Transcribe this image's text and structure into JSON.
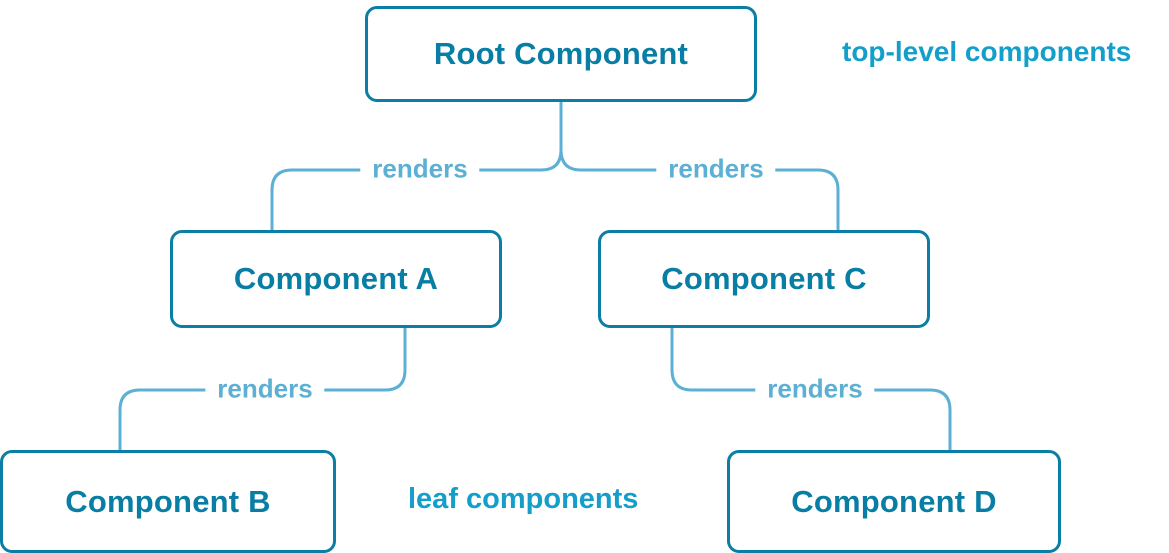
{
  "diagram": {
    "title": "component-render-tree",
    "nodes": {
      "root": {
        "label": "Root Component"
      },
      "a": {
        "label": "Component A"
      },
      "b": {
        "label": "Component B"
      },
      "c": {
        "label": "Component C"
      },
      "d": {
        "label": "Component D"
      }
    },
    "edges": [
      {
        "from": "Root Component",
        "to": "Component A",
        "label": "renders"
      },
      {
        "from": "Root Component",
        "to": "Component C",
        "label": "renders"
      },
      {
        "from": "Component A",
        "to": "Component B",
        "label": "renders"
      },
      {
        "from": "Component C",
        "to": "Component D",
        "label": "renders"
      }
    ],
    "annotations": {
      "top_level": "top-level components",
      "leaf": "leaf components"
    },
    "colors": {
      "node_border": "#0a7ea4",
      "node_text": "#087ea4",
      "edge": "#5cb0d4",
      "edge_label": "#5cb0d4",
      "annotation": "#149eca",
      "background": "#ffffff"
    }
  }
}
